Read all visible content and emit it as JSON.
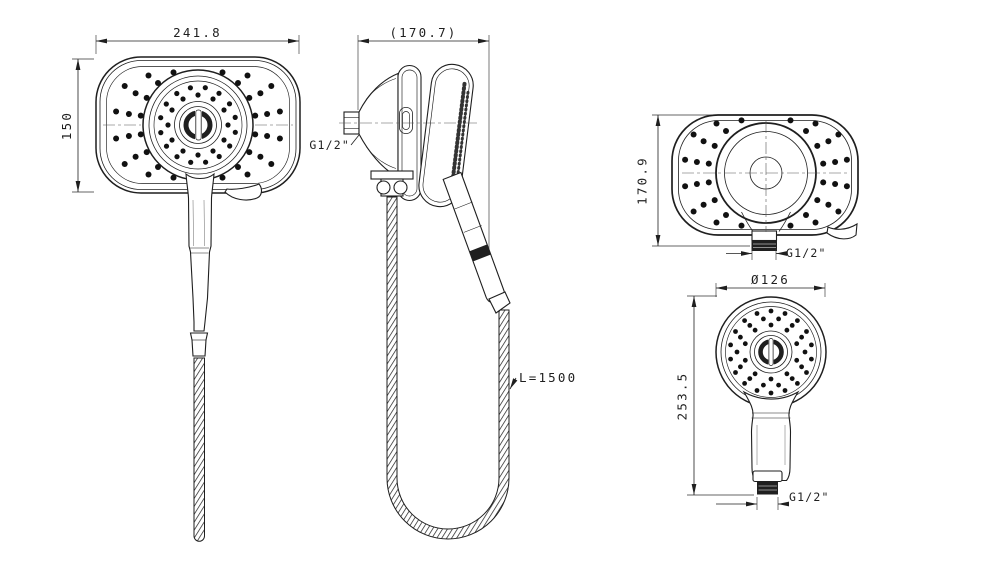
{
  "line_color": "#1f1f1f",
  "views": {
    "front": {
      "width": "241.8",
      "height": "150"
    },
    "side": {
      "width": "(170.7)",
      "inlet_thread": "G1/2\"",
      "hose_length": "L=1500"
    },
    "back": {
      "height": "170.9",
      "thread": "G1/2\""
    },
    "hand_shower": {
      "diameter": "Ø126",
      "height": "253.5",
      "thread": "G1/2\""
    }
  }
}
